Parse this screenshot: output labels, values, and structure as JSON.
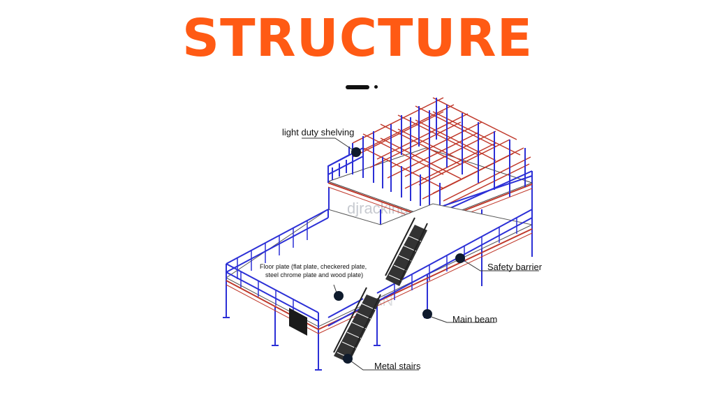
{
  "title": "STRUCTURE",
  "watermarks": {
    "upper": "djracking",
    "lower": "D MA SIAN"
  },
  "callouts": {
    "shelving": "light duty shelving",
    "floor_line1": "Floor plate (flat plate, checkered plate,",
    "floor_line2": "steel chrome plate and wood plate)",
    "barrier": "Safety barrier",
    "beam": "Main beam",
    "stairs": "Metal stairs"
  },
  "colors": {
    "title": "#ff5a14",
    "rail": "#2b2fd6",
    "beam": "#c0392b",
    "dot": "#0f1b2d"
  }
}
